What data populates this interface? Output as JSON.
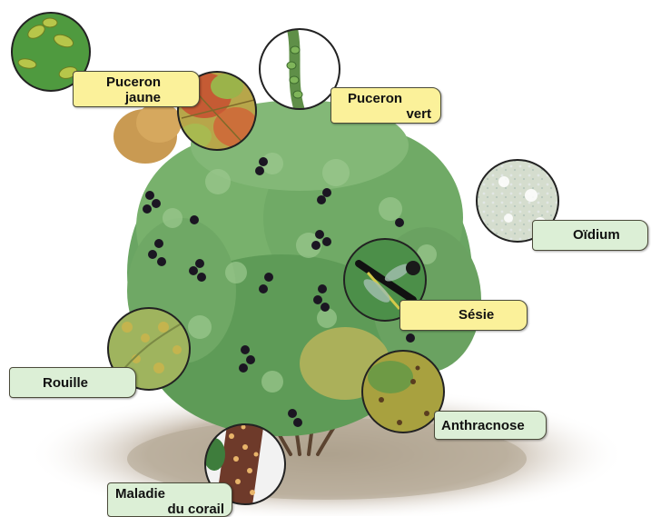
{
  "labels": {
    "puceron_jaune": [
      "Puceron",
      "jaune"
    ],
    "puceron_vert": [
      "Puceron",
      "vert"
    ],
    "oidium": "Oïdium",
    "sesie": "Sésie",
    "rouille": "Rouille",
    "anthracnose": "Anthracnose",
    "maladie_corail": [
      "Maladie",
      "du corail"
    ]
  },
  "colors": {
    "pest_label": "#fbf19a",
    "disease_label": "#dcefd6",
    "foliage": "#5e9b57",
    "berries": "#1b1622",
    "soil": "#b8ab98"
  }
}
